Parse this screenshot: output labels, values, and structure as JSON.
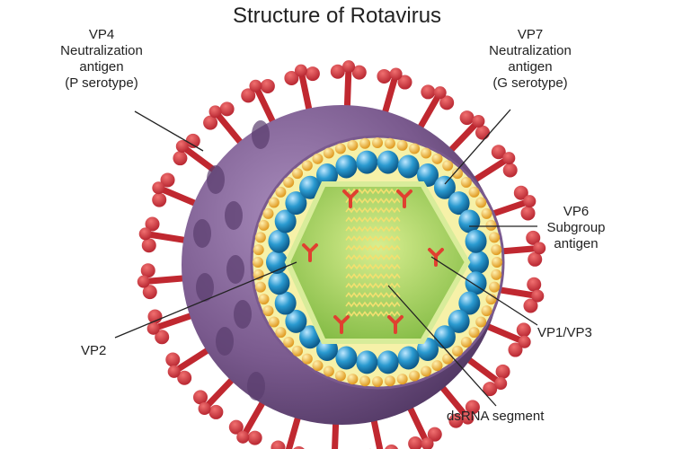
{
  "title": "Structure of Rotavirus",
  "labels": {
    "vp4": [
      "VP4",
      "Neutralization",
      "antigen",
      "(P serotype)"
    ],
    "vp7": [
      "VP7",
      "Neutralization",
      "antigen",
      "(G serotype)"
    ],
    "vp6": [
      "VP6",
      "Subgroup",
      "antigen"
    ],
    "vp1vp3": "VP1/VP3",
    "vp2": "VP2",
    "dsrna": "dsRNA segment"
  },
  "colors": {
    "outer_shell": "#7a5a8e",
    "spike": "#d6323a",
    "outer_bead": "#f0b030",
    "yellow_layer": "#f5f0a0",
    "inner_bead": "#2a9ad0",
    "core": "#a8d060",
    "rna": "#f2e070",
    "polymerase": "#e04030"
  }
}
